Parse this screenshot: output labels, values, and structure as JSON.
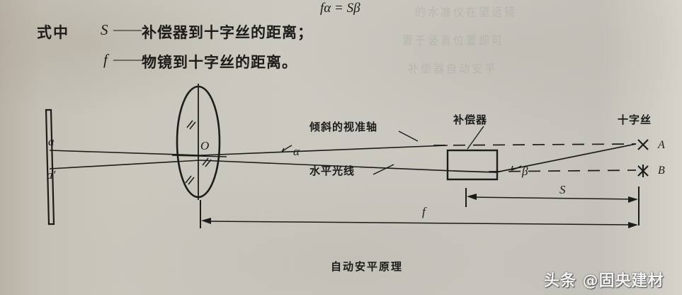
{
  "page": {
    "background_color": "#cac7bd",
    "ink_color": "#1d1c1a"
  },
  "formula": "fα = Sβ",
  "legend": {
    "intro": "式中",
    "items": [
      {
        "symbol": "S",
        "dash": "——",
        "definition": "补偿器到十字丝的距离；"
      },
      {
        "symbol": "f",
        "dash": "——",
        "definition": "物镜到十字丝的距离。"
      }
    ]
  },
  "diagram": {
    "caption": "自动安平原理",
    "labels": {
      "staff_upper": "a",
      "staff_lower": "a'",
      "lens_center": "O",
      "angle_alpha": "α",
      "angle_beta": "β",
      "distance_s": "S",
      "distance_f": "f",
      "point_a": "A",
      "point_b": "B",
      "inclined_axis": "倾斜的视准轴",
      "horizontal_ray": "水平光线",
      "compensator": "补偿器",
      "crosshair": "十字丝"
    }
  },
  "watermark": "头条 @固央建材",
  "bleed_through": [
    "的水准仪在望远镜",
    "置于竖直位置即可",
    "补偿器自动安平"
  ]
}
